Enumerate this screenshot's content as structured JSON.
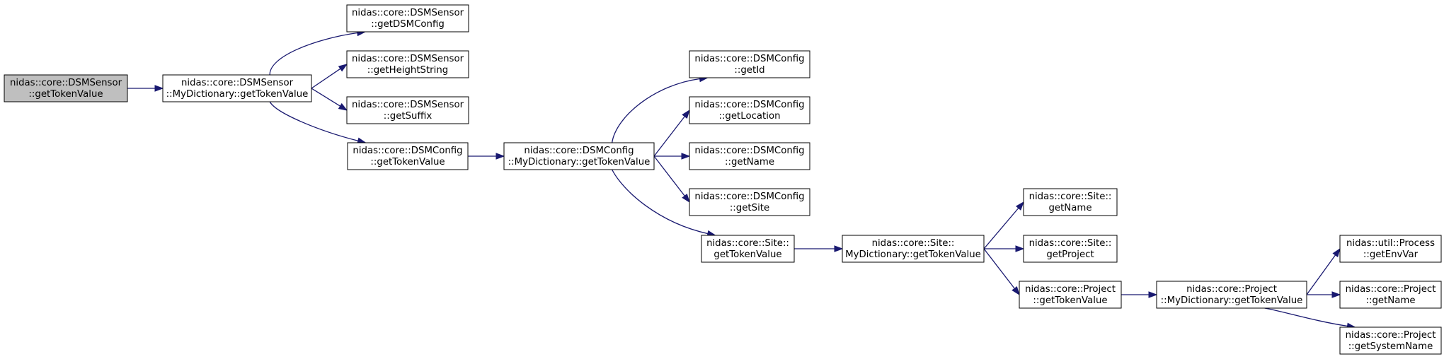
{
  "colors": {
    "edge": "#191970",
    "node_fill": "#ffffff",
    "root_fill": "#bfbfbf",
    "border": "#000000"
  },
  "nodes": [
    {
      "id": "n0",
      "line1": "nidas::core::DSMSensor",
      "line2": "::getTokenValue",
      "root": true
    },
    {
      "id": "n1",
      "line1": "nidas::core::DSMSensor",
      "line2": "::MyDictionary::getTokenValue"
    },
    {
      "id": "n2",
      "line1": "nidas::core::DSMSensor",
      "line2": "::getDSMConfig"
    },
    {
      "id": "n3",
      "line1": "nidas::core::DSMSensor",
      "line2": "::getHeightString"
    },
    {
      "id": "n4",
      "line1": "nidas::core::DSMSensor",
      "line2": "::getSuffix"
    },
    {
      "id": "n5",
      "line1": "nidas::core::DSMConfig",
      "line2": "::getTokenValue"
    },
    {
      "id": "n6",
      "line1": "nidas::core::DSMConfig",
      "line2": "::MyDictionary::getTokenValue"
    },
    {
      "id": "n7",
      "line1": "nidas::core::DSMConfig",
      "line2": "::getId"
    },
    {
      "id": "n8",
      "line1": "nidas::core::DSMConfig",
      "line2": "::getLocation"
    },
    {
      "id": "n9",
      "line1": "nidas::core::DSMConfig",
      "line2": "::getName"
    },
    {
      "id": "n10",
      "line1": "nidas::core::DSMConfig",
      "line2": "::getSite"
    },
    {
      "id": "n11",
      "line1": "nidas::core::Site::",
      "line2": "getTokenValue"
    },
    {
      "id": "n12",
      "line1": "nidas::core::Site::",
      "line2": "MyDictionary::getTokenValue"
    },
    {
      "id": "n13",
      "line1": "nidas::core::Site::",
      "line2": "getName"
    },
    {
      "id": "n14",
      "line1": "nidas::core::Site::",
      "line2": "getProject"
    },
    {
      "id": "n15",
      "line1": "nidas::core::Project",
      "line2": "::getTokenValue"
    },
    {
      "id": "n16",
      "line1": "nidas::core::Project",
      "line2": "::MyDictionary::getTokenValue"
    },
    {
      "id": "n17",
      "line1": "nidas::util::Process",
      "line2": "::getEnvVar"
    },
    {
      "id": "n18",
      "line1": "nidas::core::Project",
      "line2": "::getName"
    },
    {
      "id": "n19",
      "line1": "nidas::core::Project",
      "line2": "::getSystemName"
    }
  ],
  "edges": [
    {
      "from": "n0",
      "to": "n1"
    },
    {
      "from": "n1",
      "to": "n2"
    },
    {
      "from": "n1",
      "to": "n3"
    },
    {
      "from": "n1",
      "to": "n4"
    },
    {
      "from": "n1",
      "to": "n5"
    },
    {
      "from": "n5",
      "to": "n6"
    },
    {
      "from": "n6",
      "to": "n7"
    },
    {
      "from": "n6",
      "to": "n8"
    },
    {
      "from": "n6",
      "to": "n9"
    },
    {
      "from": "n6",
      "to": "n10"
    },
    {
      "from": "n6",
      "to": "n11"
    },
    {
      "from": "n11",
      "to": "n12"
    },
    {
      "from": "n12",
      "to": "n13"
    },
    {
      "from": "n12",
      "to": "n14"
    },
    {
      "from": "n12",
      "to": "n15"
    },
    {
      "from": "n15",
      "to": "n16"
    },
    {
      "from": "n16",
      "to": "n17"
    },
    {
      "from": "n16",
      "to": "n18"
    },
    {
      "from": "n16",
      "to": "n19"
    }
  ]
}
